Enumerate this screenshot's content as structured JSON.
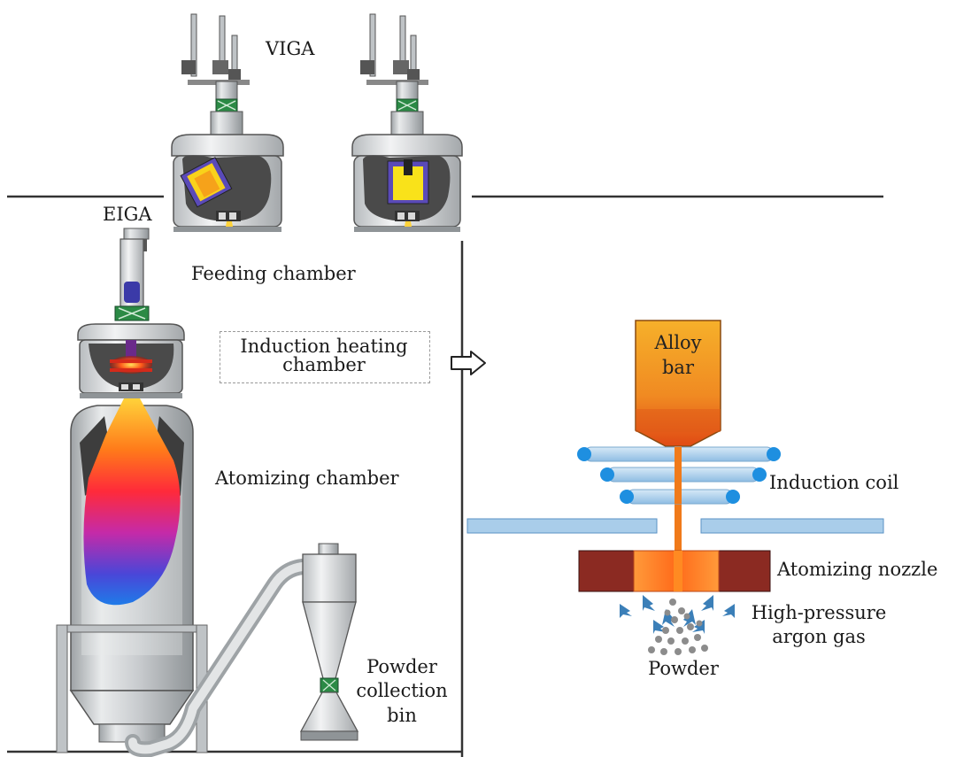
{
  "labels": {
    "viga": "VIGA",
    "eiga": "EIGA",
    "feeding_chamber": "Feeding chamber",
    "induction_heating_line1": "Induction heating",
    "induction_heating_line2": "chamber",
    "atomizing_chamber": "Atomizing chamber",
    "powder_line1": "Powder",
    "powder_line2": "collection",
    "powder_line3": "bin",
    "alloy_line1": "Alloy",
    "alloy_line2": "bar",
    "induction_coil": "Induction coil",
    "atomizing_nozzle": "Atomizing nozzle",
    "gas_line1": "High-pressure",
    "gas_line2": "argon gas",
    "powder": "Powder"
  },
  "colors": {
    "divider": "#333333",
    "coil": "#a9cdea",
    "coil_end": "#1e8fe0",
    "nozzle_dark": "#8b2a22",
    "nozzle_hot": "#ff8a2a",
    "alloy_top": "#f5a623",
    "alloy_bottom": "#e8501a",
    "gas_arrow": "#3b7fb8",
    "powder_dot": "#8c8c8c",
    "chamber_metal": "#cfd2d4"
  },
  "icons": {
    "flow_arrow": "right-arrow-icon"
  }
}
